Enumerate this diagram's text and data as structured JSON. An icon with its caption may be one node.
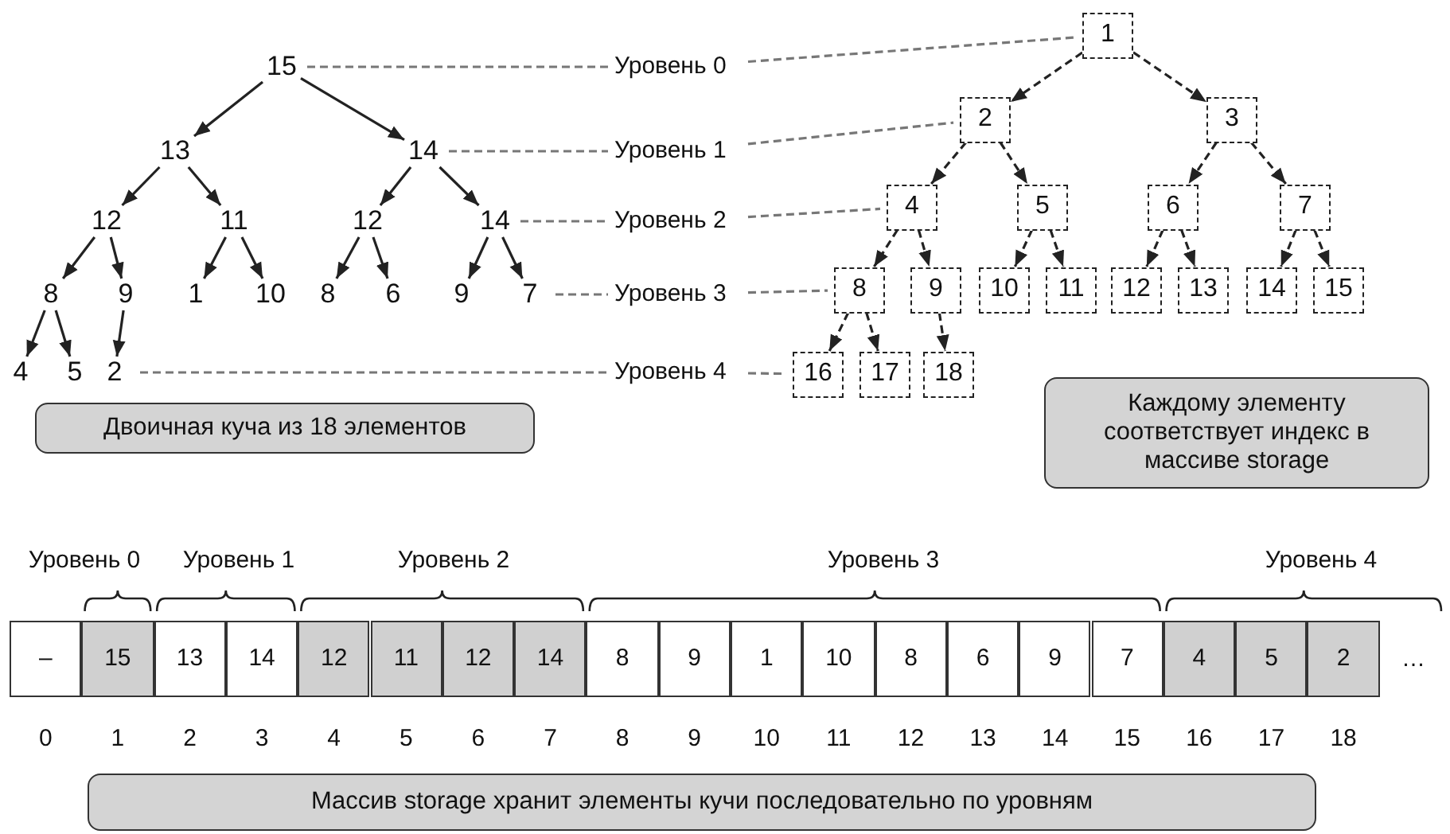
{
  "diagram": {
    "nodes": [
      {
        "text": [
          "15"
        ]
      },
      {
        "text": [
          "13"
        ]
      },
      {
        "text": [
          "14"
        ]
      },
      {
        "text": [
          "12"
        ]
      },
      {
        "text": [
          "11"
        ]
      },
      {
        "text": [
          "12"
        ]
      },
      {
        "text": [
          "14"
        ]
      },
      {
        "text": [
          "8"
        ]
      },
      {
        "text": [
          "9"
        ]
      },
      {
        "text": [
          "1"
        ]
      },
      {
        "text": [
          "10"
        ]
      },
      {
        "text": [
          "8"
        ]
      },
      {
        "text": [
          "6"
        ]
      },
      {
        "text": [
          "9"
        ]
      },
      {
        "text": [
          "7"
        ]
      },
      {
        "text": [
          "4"
        ]
      },
      {
        "text": [
          "5"
        ]
      },
      {
        "text": [
          "2"
        ]
      },
      {
        "text": [
          "Уровень 0"
        ]
      },
      {
        "text": [
          "Уровень 1"
        ]
      },
      {
        "text": [
          "Уровень 2"
        ]
      },
      {
        "text": [
          "Уровень 3"
        ]
      },
      {
        "text": [
          "Уровень 4"
        ]
      },
      {
        "text": [
          "1"
        ]
      },
      {
        "text": [
          "2"
        ]
      },
      {
        "text": [
          "3"
        ]
      },
      {
        "text": [
          "4"
        ]
      },
      {
        "text": [
          "5"
        ]
      },
      {
        "text": [
          "6"
        ]
      },
      {
        "text": [
          "7"
        ]
      },
      {
        "text": [
          "8"
        ]
      },
      {
        "text": [
          "9"
        ]
      },
      {
        "text": [
          "10"
        ]
      },
      {
        "text": [
          "11"
        ]
      },
      {
        "text": [
          "12"
        ]
      },
      {
        "text": [
          "13"
        ]
      },
      {
        "text": [
          "14"
        ]
      },
      {
        "text": [
          "15"
        ]
      },
      {
        "text": [
          "16"
        ]
      },
      {
        "text": [
          "17"
        ]
      },
      {
        "text": [
          "18"
        ]
      },
      {
        "text": [
          "Двоичная куча из 18 элементов"
        ]
      },
      {
        "text": [
          "Каждому элементу соответствует индекс в массиве storage"
        ]
      },
      {
        "text": [
          "–"
        ]
      },
      {
        "text": [
          "15"
        ]
      },
      {
        "text": [
          "13"
        ]
      },
      {
        "text": [
          "14"
        ]
      },
      {
        "text": [
          "12"
        ]
      },
      {
        "text": [
          "11"
        ]
      },
      {
        "text": [
          "12"
        ]
      },
      {
        "text": [
          "14"
        ]
      },
      {
        "text": [
          "8"
        ]
      },
      {
        "text": [
          "9"
        ]
      },
      {
        "text": [
          "1"
        ]
      },
      {
        "text": [
          "10"
        ]
      },
      {
        "text": [
          "8"
        ]
      },
      {
        "text": [
          "6"
        ]
      },
      {
        "text": [
          "9"
        ]
      },
      {
        "text": [
          "7"
        ]
      },
      {
        "text": [
          "4"
        ]
      },
      {
        "text": [
          "5"
        ]
      },
      {
        "text": [
          "2"
        ]
      },
      {
        "text": [
          "Массив storage хранит элементы кучи последовательно по уровням"
        ]
      }
    ],
    "edges": [
      {
        "from": 0,
        "to": 1,
        "arrow": "to"
      },
      {
        "from": 0,
        "to": 2,
        "arrow": "to"
      },
      {
        "from": 1,
        "to": 3,
        "arrow": "to"
      },
      {
        "from": 1,
        "to": 4,
        "arrow": "to"
      },
      {
        "from": 2,
        "to": 5,
        "arrow": "to"
      },
      {
        "from": 2,
        "to": 6,
        "arrow": "to"
      },
      {
        "from": 3,
        "to": 7,
        "arrow": "to"
      },
      {
        "from": 3,
        "to": 8,
        "arrow": "to"
      },
      {
        "from": 4,
        "to": 9,
        "arrow": "to"
      },
      {
        "from": 4,
        "to": 10,
        "arrow": "to"
      },
      {
        "from": 5,
        "to": 11,
        "arrow": "to"
      },
      {
        "from": 5,
        "to": 12,
        "arrow": "to"
      },
      {
        "from": 6,
        "to": 13,
        "arrow": "to"
      },
      {
        "from": 6,
        "to": 14,
        "arrow": "to"
      },
      {
        "from": 7,
        "to": 15,
        "arrow": "to"
      },
      {
        "from": 7,
        "to": 16,
        "arrow": "to"
      },
      {
        "from": 8,
        "to": 17,
        "arrow": "to"
      },
      {
        "from": 23,
        "to": 24,
        "arrow": "to",
        "style": "dashed"
      },
      {
        "from": 23,
        "to": 25,
        "arrow": "to",
        "style": "dashed"
      },
      {
        "from": 24,
        "to": 26,
        "arrow": "to",
        "style": "dashed"
      },
      {
        "from": 24,
        "to": 27,
        "arrow": "to",
        "style": "dashed"
      },
      {
        "from": 25,
        "to": 28,
        "arrow": "to",
        "style": "dashed"
      },
      {
        "from": 25,
        "to": 29,
        "arrow": "to",
        "style": "dashed"
      },
      {
        "from": 26,
        "to": 30,
        "arrow": "to",
        "style": "dashed"
      },
      {
        "from": 26,
        "to": 31,
        "arrow": "to",
        "style": "dashed"
      },
      {
        "from": 27,
        "to": 32,
        "arrow": "to",
        "style": "dashed"
      },
      {
        "from": 27,
        "to": 33,
        "arrow": "to",
        "style": "dashed"
      },
      {
        "from": 28,
        "to": 34,
        "arrow": "to",
        "style": "dashed"
      },
      {
        "from": 28,
        "to": 35,
        "arrow": "to",
        "style": "dashed"
      },
      {
        "from": 29,
        "to": 36,
        "arrow": "to",
        "style": "dashed"
      },
      {
        "from": 29,
        "to": 37,
        "arrow": "to",
        "style": "dashed"
      },
      {
        "from": 30,
        "to": 38,
        "arrow": "to",
        "style": "dashed"
      },
      {
        "from": 30,
        "to": 39,
        "arrow": "to",
        "style": "dashed"
      },
      {
        "from": 31,
        "to": 40,
        "arrow": "to",
        "style": "dashed"
      },
      {
        "from": 0,
        "to": 18,
        "arrow": "none",
        "style": "dashed",
        "color": "#777777"
      },
      {
        "from": 18,
        "to": 23,
        "arrow": "none",
        "style": "dashed",
        "color": "#777777"
      },
      {
        "from": 2,
        "to": 19,
        "arrow": "none",
        "style": "dashed",
        "color": "#777777"
      },
      {
        "from": 19,
        "to": 24,
        "arrow": "none",
        "style": "dashed",
        "color": "#777777"
      },
      {
        "from": 6,
        "to": 20,
        "arrow": "none",
        "style": "dashed",
        "color": "#777777"
      },
      {
        "from": 20,
        "to": 26,
        "arrow": "none",
        "style": "dashed",
        "color": "#777777"
      },
      {
        "from": 14,
        "to": 21,
        "arrow": "none",
        "style": "dashed",
        "color": "#777777"
      },
      {
        "from": 21,
        "to": 30,
        "arrow": "none",
        "style": "dashed",
        "color": "#777777"
      },
      {
        "from": 17,
        "to": 22,
        "arrow": "none",
        "style": "dashed",
        "color": "#777777"
      },
      {
        "from": 22,
        "to": 38,
        "arrow": "none",
        "style": "dashed",
        "color": "#777777"
      }
    ],
    "labels": [
      "Уровень 0",
      "Уровень 1",
      "Уровень 2",
      "Уровень 3",
      "Уровень 4",
      "…",
      "0",
      "1",
      "2",
      "3",
      "4",
      "5",
      "6",
      "7",
      "8",
      "9",
      "10",
      "11",
      "12",
      "13",
      "14",
      "15",
      "16",
      "17",
      "18"
    ]
  }
}
